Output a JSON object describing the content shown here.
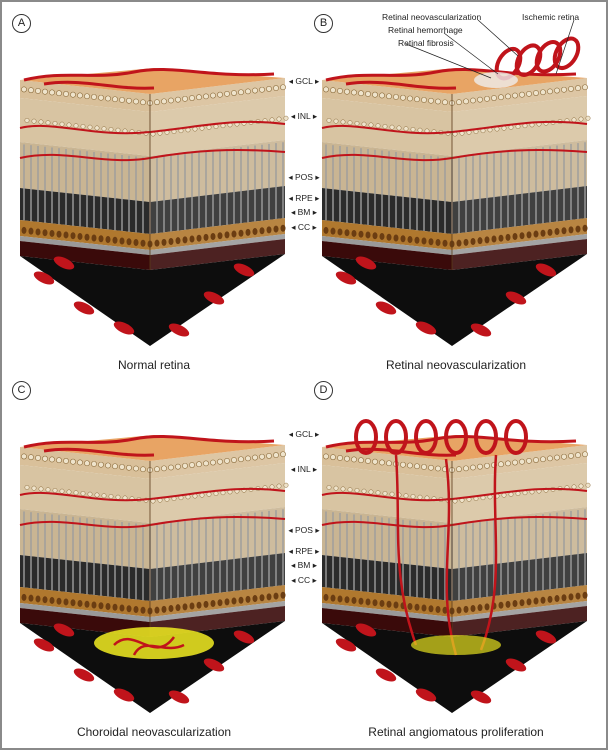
{
  "panels": [
    {
      "letter": "A",
      "caption": "Normal retina",
      "variant": "normal"
    },
    {
      "letter": "B",
      "caption": "Retinal neovascularization",
      "variant": "rnv"
    },
    {
      "letter": "C",
      "caption": "Choroidal neovascularization",
      "variant": "cnv"
    },
    {
      "letter": "D",
      "caption": "Retinal angiomatous proliferation",
      "variant": "rap"
    }
  ],
  "layer_labels": [
    "GCL",
    "INL",
    "POS",
    "RPE",
    "BM",
    "CC"
  ],
  "annotations": {
    "neovascularization": "Retinal neovascularization",
    "hemorrhage": "Retinal hemorrhage",
    "fibrosis": "Retinal fibrosis",
    "ischemic": "Ischemic retina"
  },
  "colors": {
    "vessel": "#c0141b",
    "top": "#e8a464",
    "tissue": "#cdb08a",
    "rods": "#2b2b2b",
    "rpe": "#b0782e",
    "bm": "#9a9a9a",
    "choroid": "#0d0d0d",
    "cnv": "#e6e020"
  }
}
